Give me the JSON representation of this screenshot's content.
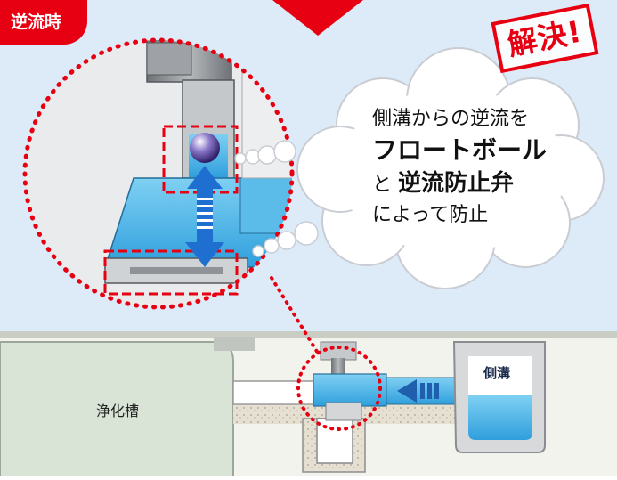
{
  "badge": {
    "label": "逆流時"
  },
  "stamp": {
    "label": "解決!"
  },
  "bubble": {
    "line1": "側溝からの逆流を",
    "line2": "フロートボール",
    "line3_prefix": "と",
    "line3_bold": "逆流防止弁",
    "line4": "によって防止"
  },
  "labels": {
    "tank": "浄化槽",
    "ditch": "側溝"
  },
  "colors": {
    "accent_red": "#e60012",
    "water_blue": "#3aa8e0",
    "arrow_blue": "#1f6fd1",
    "sky": "#dcebf7",
    "pipe_gray": "#8c8f93"
  },
  "icons": {
    "arrow": "double-arrow-icon",
    "flow": "flow-arrow-icon"
  }
}
